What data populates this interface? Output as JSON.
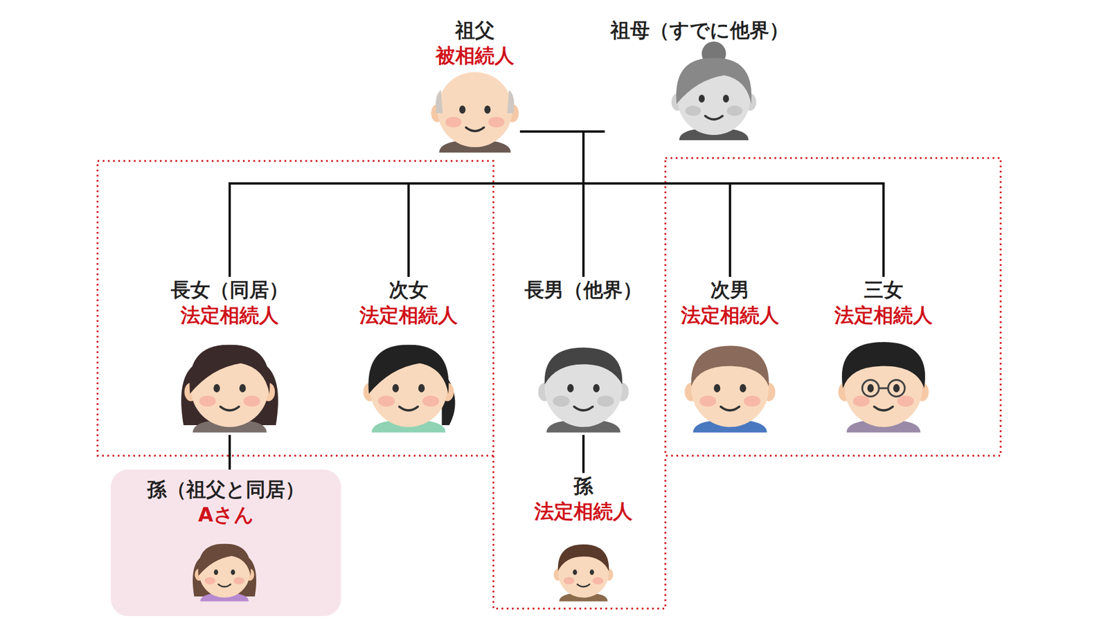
{
  "diagram": {
    "nodes": [
      {
        "text": [
          "祖父",
          "被相続人"
        ]
      },
      {
        "text": [
          "祖母（すでに他界）"
        ]
      },
      {
        "text": [
          "長女（同居）",
          "法定相続人"
        ]
      },
      {
        "text": [
          "次女",
          "法定相続人"
        ]
      },
      {
        "text": [
          "長男（他界）"
        ]
      },
      {
        "text": [
          "次男",
          "法定相続人"
        ]
      },
      {
        "text": [
          "三女",
          "法定相続人"
        ]
      },
      {
        "text": [
          "孫（祖父と同居）",
          "Aさん"
        ]
      },
      {
        "text": [
          "孫",
          "法定相続人"
        ]
      }
    ],
    "edges": [
      {
        "from": 0,
        "to": 1,
        "arrow": "none"
      },
      {
        "from": 0,
        "to": 2,
        "arrow": "none"
      },
      {
        "from": 0,
        "to": 3,
        "arrow": "none"
      },
      {
        "from": 0,
        "to": 4,
        "arrow": "none"
      },
      {
        "from": 0,
        "to": 5,
        "arrow": "none"
      },
      {
        "from": 0,
        "to": 6,
        "arrow": "none"
      },
      {
        "from": 1,
        "to": 2,
        "arrow": "none"
      },
      {
        "from": 1,
        "to": 3,
        "arrow": "none"
      },
      {
        "from": 1,
        "to": 4,
        "arrow": "none"
      },
      {
        "from": 1,
        "to": 5,
        "arrow": "none"
      },
      {
        "from": 1,
        "to": 6,
        "arrow": "none"
      },
      {
        "from": 2,
        "to": 7,
        "arrow": "none"
      },
      {
        "from": 4,
        "to": 8,
        "arrow": "none"
      }
    ]
  }
}
